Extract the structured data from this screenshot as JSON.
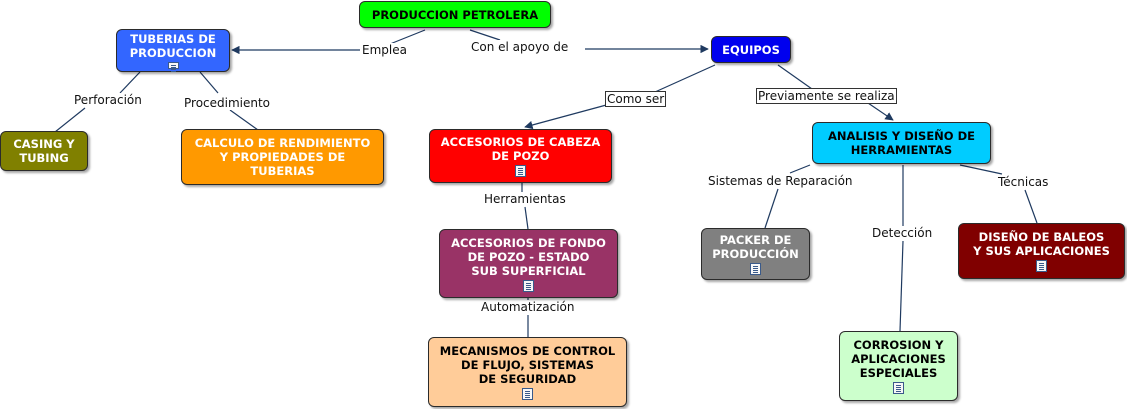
{
  "nodes": {
    "root": "PRODUCCION PETROLERA",
    "tuberias": "TUBERIAS DE\nPRODUCCION",
    "equipos": "EQUIPOS",
    "casing": "CASING Y\nTUBING",
    "calculo": "CALCULO DE RENDIMIENTO\nY PROPIEDADES DE\nTUBERIAS",
    "cabeza": "ACCESORIOS DE CABEZA\nDE POZO",
    "analisis": "ANALISIS Y DISEÑO DE\nHERRAMIENTAS",
    "fondo": "ACCESORIOS DE FONDO\nDE POZO - ESTADO\nSUB SUPERFICIAL",
    "packer": "PACKER DE\nPRODUCCIÓN",
    "baleos": "DISEÑO DE BALEOS\nY  SUS APLICACIONES",
    "mecanismos": "MECANISMOS DE CONTROL\nDE FLUJO, SISTEMAS\nDE SEGURIDAD",
    "corrosion": "CORROSION Y\nAPLICACIONES\nESPECIALES"
  },
  "links": {
    "emplea": "Emplea",
    "apoyo": "Con el apoyo de",
    "perforacion": "Perforación",
    "procedimiento": "Procedimiento",
    "como_ser": "Como ser",
    "previamente": "Previamente se realiza",
    "herramientas": "Herramientas",
    "sistemas": "Sistemas de Reparación",
    "tecnicas": "Técnicas",
    "deteccion": "Detección",
    "automatizacion": "Automatización"
  },
  "colors": {
    "root": "#00ff00",
    "tuberias": "#3366ff",
    "equipos": "#0000ee",
    "casing": "#808000",
    "calculo": "#ff9900",
    "cabeza": "#ff0000",
    "analisis": "#00ccff",
    "fondo": "#993366",
    "packer": "#808080",
    "baleos": "#800000",
    "mecanismos": "#ffcc99",
    "corrosion": "#ccffcc",
    "line": "#1f3a60"
  },
  "icons": [
    "document-icon"
  ]
}
